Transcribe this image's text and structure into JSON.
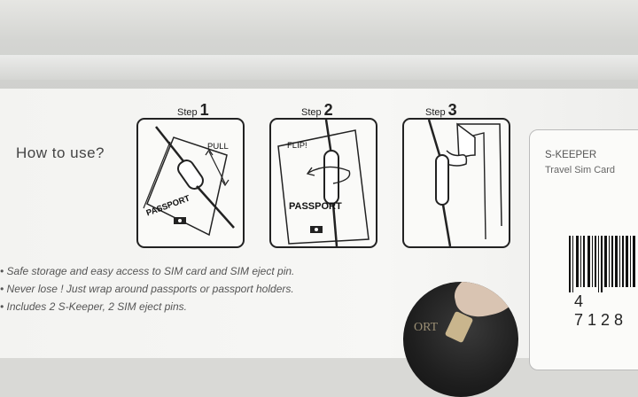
{
  "how_to_use": "How to use?",
  "steps": [
    {
      "word": "Step",
      "num": "1"
    },
    {
      "word": "Step",
      "num": "2"
    },
    {
      "word": "Step",
      "num": "3"
    }
  ],
  "panel_texts": {
    "pull": "PULL",
    "passport1": "PASSPORT",
    "flip": "FLIP!",
    "passport2": "PASSPORT"
  },
  "bullets": [
    "• Safe storage and easy access to SIM card and SIM eject pin.",
    "• Never lose ! Just wrap around passports or passport holders.",
    "• Includes 2 S-Keeper, 2 SIM eject pins."
  ],
  "product": {
    "brand": "S-KEEPER",
    "sub": "Travel Sim Card",
    "barcode_digits": "4 7128"
  },
  "photo_text": "ORT"
}
